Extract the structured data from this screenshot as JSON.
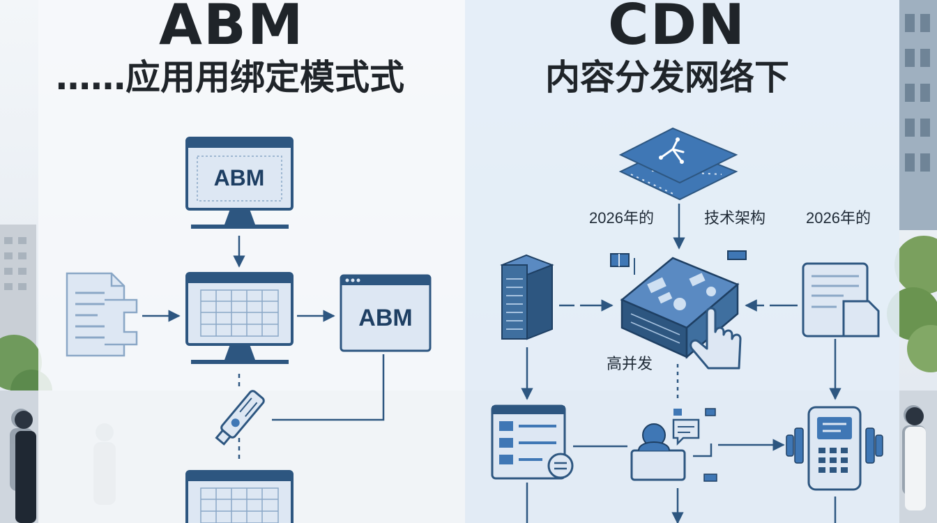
{
  "left_panel": {
    "title": "ABM",
    "subtitle": "……应用用绑定模式式",
    "nodes": {
      "top_monitor_label": "ABM",
      "right_window_label": "ABM"
    }
  },
  "right_panel": {
    "title": "CDN",
    "subtitle": "内容分发网络下",
    "labels": {
      "year_left": "2026年的",
      "tech_arch": "技术架构",
      "year_right": "2026年的",
      "high_concurrency": "高并发"
    }
  },
  "colors": {
    "ink": "#2d5680",
    "ink_dark": "#1e3f63",
    "fill_light": "#dde7f3",
    "accent": "#3f77b5",
    "title": "#1f2429"
  }
}
